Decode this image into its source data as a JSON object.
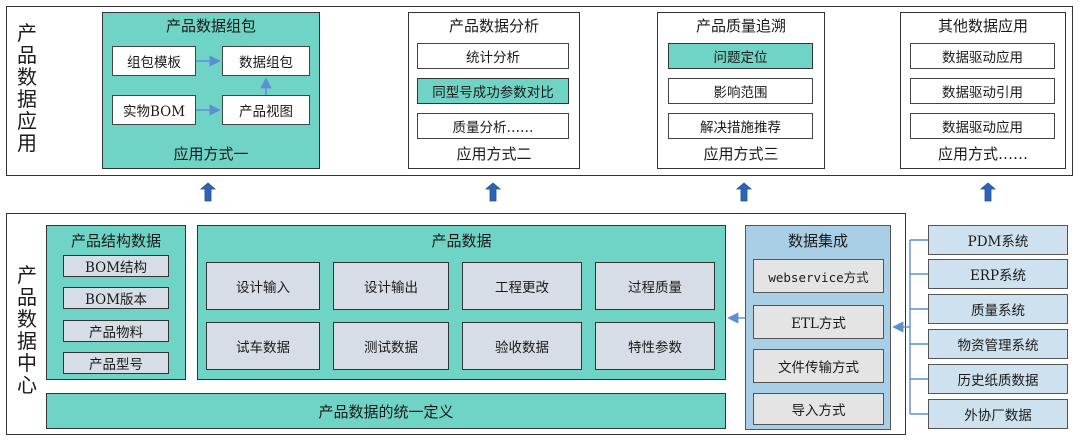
{
  "top": {
    "side_label": "产品数据应用",
    "panels": [
      {
        "title": "产品数据组包",
        "items": [
          "组包模板",
          "数据组包",
          "实物BOM",
          "产品视图"
        ],
        "footer": "应用方式一"
      },
      {
        "title": "产品数据分析",
        "items": [
          "统计分析",
          "同型号成功参数对比",
          "质量分析……"
        ],
        "footer": "应用方式二"
      },
      {
        "title": "产品质量追溯",
        "items": [
          "问题定位",
          "影响范围",
          "解决措施推荐"
        ],
        "footer": "应用方式三"
      },
      {
        "title": "其他数据应用",
        "items": [
          "数据驱动应用",
          "数据驱动引用",
          "数据驱动应用"
        ],
        "footer": "应用方式……"
      }
    ]
  },
  "bottom": {
    "side_label": "产品数据中心",
    "structure": {
      "title": "产品结构数据",
      "items": [
        "BOM结构",
        "BOM版本",
        "产品物料",
        "产品型号"
      ]
    },
    "product_data": {
      "title": "产品数据",
      "items": [
        "设计输入",
        "设计输出",
        "工程更改",
        "过程质量",
        "试车数据",
        "测试数据",
        "验收数据",
        "特性参数"
      ]
    },
    "unified": "产品数据的统一定义",
    "integration": {
      "title": "数据集成",
      "items": [
        "webservice方式",
        "ETL方式",
        "文件传输方式",
        "导入方式"
      ]
    },
    "systems": [
      "PDM系统",
      "ERP系统",
      "质量系统",
      "物资管理系统",
      "历史纸质数据",
      "外协厂数据"
    ]
  },
  "colors": {
    "teal": "#6fd3c6",
    "arrow_blue": "#2f64b5",
    "pale": "#d6dde7",
    "light_blue": "#cde2ee"
  }
}
